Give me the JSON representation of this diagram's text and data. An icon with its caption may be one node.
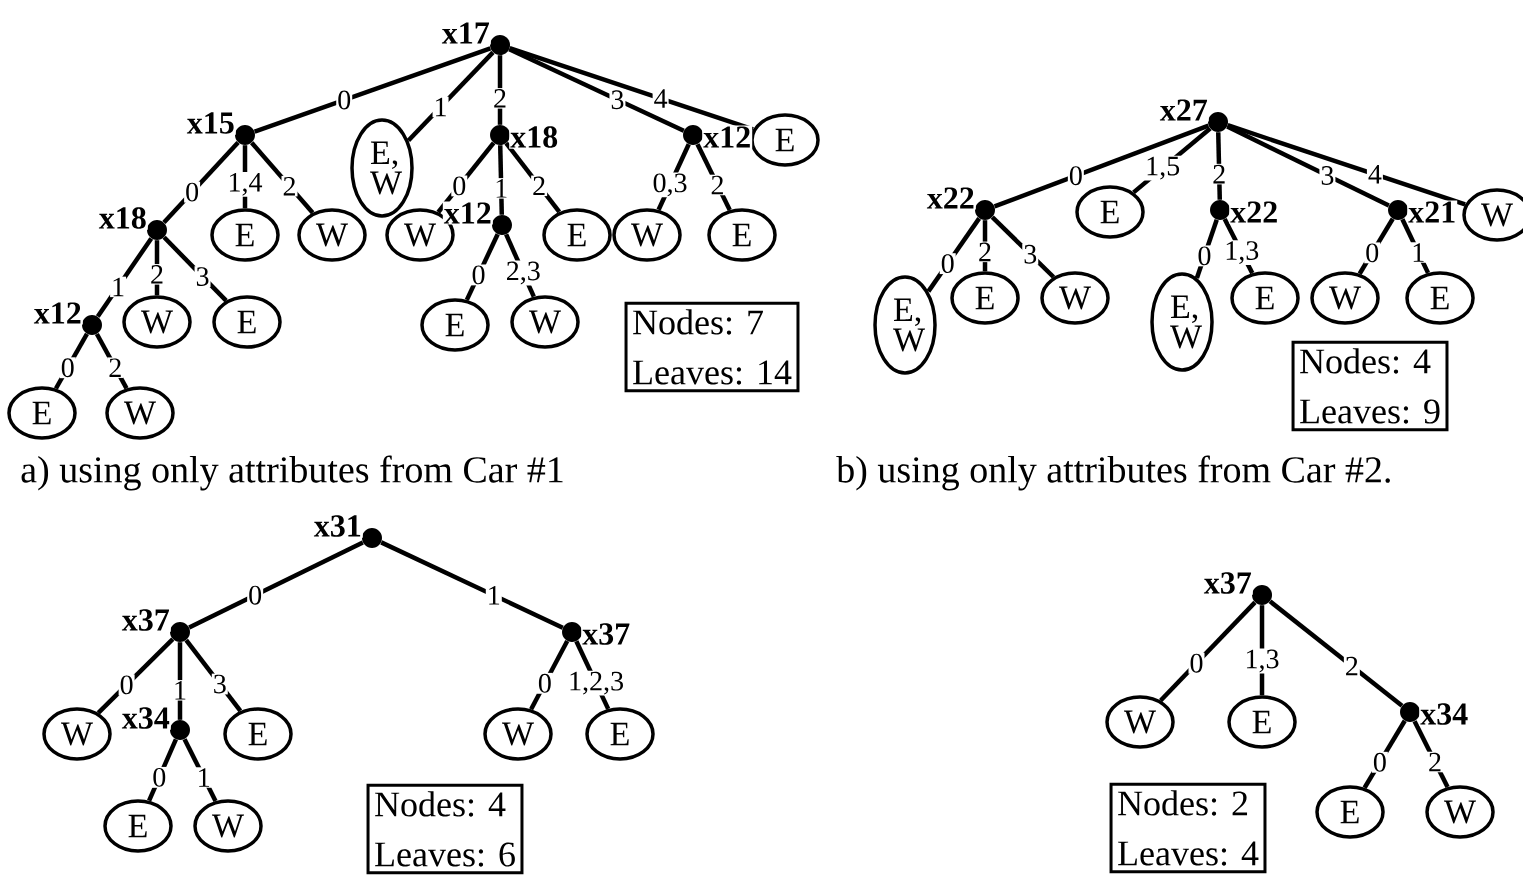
{
  "diagram": {
    "nodes": [
      {
        "text": [],
        "shape": "circle",
        "beside": [
          "x17"
        ]
      },
      {
        "text": [],
        "shape": "circle",
        "beside": [
          "x15"
        ]
      },
      {
        "text": [
          "E, W"
        ]
      },
      {
        "text": [],
        "shape": "circle",
        "beside": [
          "x18"
        ]
      },
      {
        "text": [],
        "shape": "circle",
        "beside": [
          "x12"
        ]
      },
      {
        "text": [
          "E"
        ]
      },
      {
        "text": [],
        "shape": "circle",
        "beside": [
          "x18"
        ]
      },
      {
        "text": [
          "E"
        ]
      },
      {
        "text": [
          "W"
        ]
      },
      {
        "text": [
          "W"
        ]
      },
      {
        "text": [],
        "shape": "circle",
        "beside": [
          "x12"
        ]
      },
      {
        "text": [
          "E"
        ]
      },
      {
        "text": [
          "W"
        ]
      },
      {
        "text": [
          "E"
        ]
      },
      {
        "text": [],
        "shape": "circle",
        "beside": [
          "x12"
        ]
      },
      {
        "text": [
          "W"
        ]
      },
      {
        "text": [
          "E"
        ]
      },
      {
        "text": [
          "E"
        ]
      },
      {
        "text": [
          "W"
        ]
      },
      {
        "text": [
          "E"
        ]
      },
      {
        "text": [
          "W"
        ]
      },
      {
        "text": [
          "Nodes: 7",
          "Leaves: 14"
        ]
      },
      {
        "text": [],
        "shape": "circle",
        "beside": [
          "x27"
        ]
      },
      {
        "text": [],
        "shape": "circle",
        "beside": [
          "x22"
        ]
      },
      {
        "text": [
          "E"
        ]
      },
      {
        "text": [],
        "shape": "circle",
        "beside": [
          "x22"
        ]
      },
      {
        "text": [],
        "shape": "circle",
        "beside": [
          "x21"
        ]
      },
      {
        "text": [
          "W"
        ]
      },
      {
        "text": [
          "E, W"
        ]
      },
      {
        "text": [
          "E"
        ]
      },
      {
        "text": [
          "W"
        ]
      },
      {
        "text": [
          "E, W"
        ]
      },
      {
        "text": [
          "E"
        ]
      },
      {
        "text": [
          "W"
        ]
      },
      {
        "text": [
          "E"
        ]
      },
      {
        "text": [
          "Nodes: 4",
          "Leaves: 9"
        ]
      },
      {
        "text": [],
        "shape": "circle",
        "beside": [
          "x31"
        ]
      },
      {
        "text": [],
        "shape": "circle",
        "beside": [
          "x37"
        ]
      },
      {
        "text": [],
        "shape": "circle",
        "beside": [
          "x37"
        ]
      },
      {
        "text": [
          "W"
        ]
      },
      {
        "text": [],
        "shape": "circle",
        "beside": [
          "x34"
        ]
      },
      {
        "text": [
          "E"
        ]
      },
      {
        "text": [
          "E"
        ]
      },
      {
        "text": [
          "W"
        ]
      },
      {
        "text": [
          "W"
        ]
      },
      {
        "text": [
          "E"
        ]
      },
      {
        "text": [
          "Nodes: 4",
          "Leaves: 6"
        ]
      },
      {
        "text": [],
        "shape": "circle",
        "beside": [
          "x37"
        ]
      },
      {
        "text": [
          "W"
        ]
      },
      {
        "text": [
          "E"
        ]
      },
      {
        "text": [],
        "shape": "circle",
        "beside": [
          "x34"
        ]
      },
      {
        "text": [
          "E"
        ]
      },
      {
        "text": [
          "W"
        ]
      },
      {
        "text": [
          "Nodes: 2",
          "Leaves: 4"
        ]
      }
    ],
    "edges": [
      {
        "from": 0,
        "to": 1,
        "label": "0",
        "arrow": "none"
      },
      {
        "from": 0,
        "to": 2,
        "label": "1",
        "arrow": "none"
      },
      {
        "from": 0,
        "to": 3,
        "label": "2",
        "arrow": "none"
      },
      {
        "from": 0,
        "to": 4,
        "label": "3",
        "arrow": "none"
      },
      {
        "from": 0,
        "to": 5,
        "label": "4",
        "arrow": "none"
      },
      {
        "from": 1,
        "to": 6,
        "label": "0",
        "arrow": "none"
      },
      {
        "from": 1,
        "to": 7,
        "label": "1,4",
        "arrow": "none"
      },
      {
        "from": 1,
        "to": 8,
        "label": "2",
        "arrow": "none"
      },
      {
        "from": 3,
        "to": 9,
        "label": "0",
        "arrow": "none"
      },
      {
        "from": 3,
        "to": 10,
        "label": "1",
        "arrow": "none"
      },
      {
        "from": 3,
        "to": 11,
        "label": "2",
        "arrow": "none"
      },
      {
        "from": 4,
        "to": 12,
        "label": "0,3",
        "arrow": "none"
      },
      {
        "from": 4,
        "to": 13,
        "label": "2",
        "arrow": "none"
      },
      {
        "from": 6,
        "to": 14,
        "label": "1",
        "arrow": "none"
      },
      {
        "from": 6,
        "to": 15,
        "label": "2",
        "arrow": "none"
      },
      {
        "from": 6,
        "to": 16,
        "label": "3",
        "arrow": "none"
      },
      {
        "from": 10,
        "to": 17,
        "label": "0",
        "arrow": "none"
      },
      {
        "from": 10,
        "to": 18,
        "label": "2,3",
        "arrow": "none"
      },
      {
        "from": 14,
        "to": 19,
        "label": "0",
        "arrow": "none"
      },
      {
        "from": 14,
        "to": 20,
        "label": "2",
        "arrow": "none"
      },
      {
        "from": 22,
        "to": 23,
        "label": "0",
        "arrow": "none"
      },
      {
        "from": 22,
        "to": 24,
        "label": "1,5",
        "arrow": "none"
      },
      {
        "from": 22,
        "to": 25,
        "label": "2",
        "arrow": "none"
      },
      {
        "from": 22,
        "to": 26,
        "label": "3",
        "arrow": "none"
      },
      {
        "from": 22,
        "to": 27,
        "label": "4",
        "arrow": "none"
      },
      {
        "from": 23,
        "to": 28,
        "label": "0",
        "arrow": "none"
      },
      {
        "from": 23,
        "to": 29,
        "label": "2",
        "arrow": "none"
      },
      {
        "from": 23,
        "to": 30,
        "label": "3",
        "arrow": "none"
      },
      {
        "from": 25,
        "to": 31,
        "label": "0",
        "arrow": "none"
      },
      {
        "from": 25,
        "to": 32,
        "label": "1,3",
        "arrow": "none"
      },
      {
        "from": 26,
        "to": 33,
        "label": "0",
        "arrow": "none"
      },
      {
        "from": 26,
        "to": 34,
        "label": "1",
        "arrow": "none"
      },
      {
        "from": 36,
        "to": 37,
        "label": "0",
        "arrow": "none"
      },
      {
        "from": 36,
        "to": 38,
        "label": "1",
        "arrow": "none"
      },
      {
        "from": 37,
        "to": 39,
        "label": "0",
        "arrow": "none"
      },
      {
        "from": 37,
        "to": 40,
        "label": "1",
        "arrow": "none"
      },
      {
        "from": 37,
        "to": 41,
        "label": "3",
        "arrow": "none"
      },
      {
        "from": 40,
        "to": 42,
        "label": "0",
        "arrow": "none"
      },
      {
        "from": 40,
        "to": 43,
        "label": "1",
        "arrow": "none"
      },
      {
        "from": 38,
        "to": 44,
        "label": "0",
        "arrow": "none"
      },
      {
        "from": 38,
        "to": 45,
        "label": "1,2,3",
        "arrow": "none"
      },
      {
        "from": 47,
        "to": 48,
        "label": "0",
        "arrow": "none"
      },
      {
        "from": 47,
        "to": 49,
        "label": "1,3",
        "arrow": "none"
      },
      {
        "from": 47,
        "to": 50,
        "label": "2",
        "arrow": "none"
      },
      {
        "from": 50,
        "to": 51,
        "label": "0",
        "arrow": "none"
      },
      {
        "from": 50,
        "to": 52,
        "label": "2",
        "arrow": "none"
      }
    ],
    "labels": [
      "a) using only attributes from Car #1",
      "b) using only attributes from Car #2."
    ]
  }
}
